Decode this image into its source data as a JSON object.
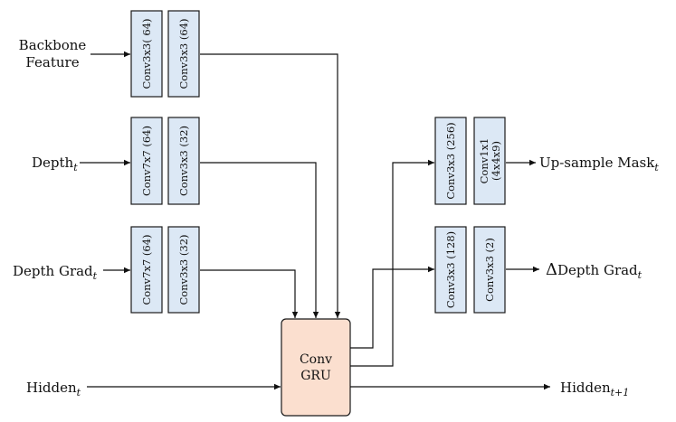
{
  "inputs": {
    "backbone_line1": "Backbone",
    "backbone_line2": "Feature",
    "depth_main": "Depth",
    "depth_sub": "t",
    "depth_grad_main": "Depth Grad",
    "depth_grad_sub": "t",
    "hidden_main": "Hidden",
    "hidden_sub": "t"
  },
  "blocks": {
    "backbone_conv1": "Conv3x3( 64)",
    "backbone_conv2": "Conv3x3 (64)",
    "depth_conv1": "Conv7x7 (64)",
    "depth_conv2": "Conv3x3 (32)",
    "grad_conv1": "Conv7x7 (64)",
    "grad_conv2": "Conv3x3 (32)",
    "gru_line1": "Conv",
    "gru_line2": "GRU",
    "mask_conv1": "Conv3x3 (256)",
    "mask_conv2_line1": "Conv1x1",
    "mask_conv2_line2": "(4x4x9)",
    "delta_conv1": "Conv3x3 (128)",
    "delta_conv2": "Conv3x3 (2)"
  },
  "outputs": {
    "mask_main": "Up-sample Mask",
    "mask_sub": "t",
    "delta_symbol": "Δ",
    "delta_main": "Depth Grad",
    "delta_sub": "t",
    "hidden_next_main": "Hidden",
    "hidden_next_sub": "t+1"
  }
}
